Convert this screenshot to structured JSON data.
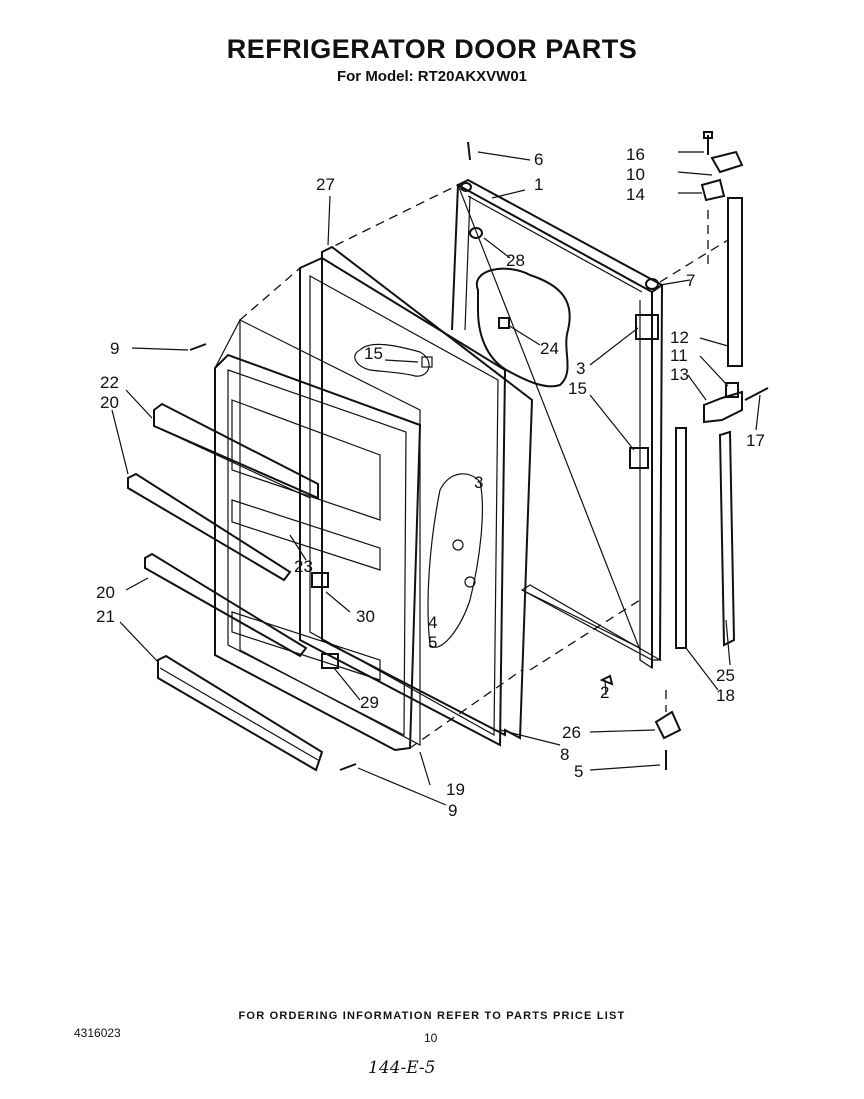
{
  "header": {
    "title": "REFRIGERATOR DOOR PARTS",
    "subtitle": "For Model: RT20AKXVW01"
  },
  "callouts": {
    "c1": "1",
    "c2": "2",
    "c3a": "3",
    "c3b": "3",
    "c4": "4",
    "c5a": "5",
    "c5b": "5",
    "c6": "6",
    "c7": "7",
    "c8": "8",
    "c9a": "9",
    "c9b": "9",
    "c10": "10",
    "c11": "11",
    "c12": "12",
    "c13": "13",
    "c14": "14",
    "c15a": "15",
    "c15b": "15",
    "c16": "16",
    "c17": "17",
    "c18": "18",
    "c19": "19",
    "c20a": "20",
    "c20b": "20",
    "c21": "21",
    "c22": "22",
    "c23": "23",
    "c24": "24",
    "c25": "25",
    "c26": "26",
    "c27": "27",
    "c28": "28",
    "c29": "29",
    "c30": "30"
  },
  "footer": {
    "ordering_note": "FOR ORDERING INFORMATION REFER TO PARTS PRICE LIST",
    "doc_number": "4316023",
    "page_number": "10",
    "handwritten_note": "144-E-5"
  }
}
